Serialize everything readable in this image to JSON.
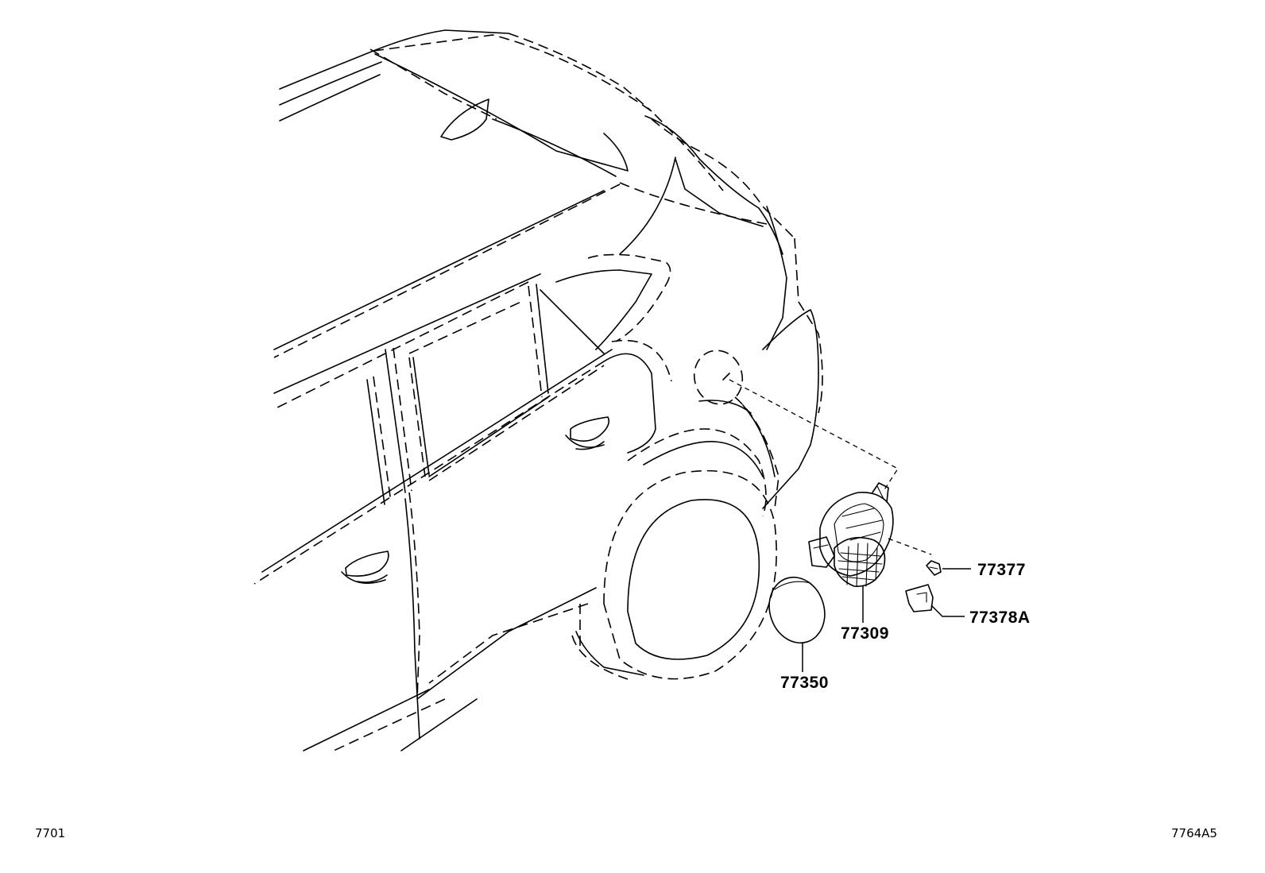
{
  "callouts": {
    "p77377": "77377",
    "p77378a": "77378A",
    "p77309": "77309",
    "p77350": "77350"
  },
  "footer": {
    "left_code": "7701",
    "right_code": "7764A5"
  },
  "colors": {
    "ink": "#000000",
    "paper": "#ffffff"
  }
}
